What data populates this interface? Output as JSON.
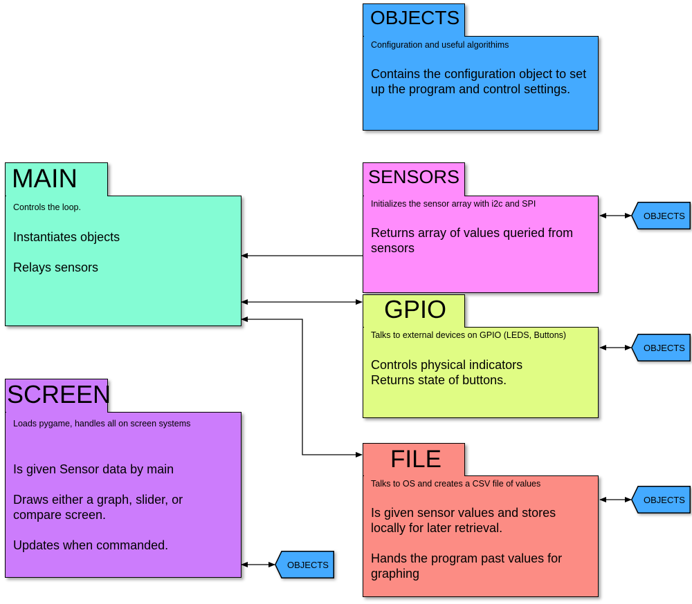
{
  "modules": {
    "objects": {
      "title": "OBJECTS",
      "subtitle": "Configuration and useful algorithims",
      "lines": [
        "Contains the configuration object to set up the program and control settings."
      ],
      "color": "#44aaff"
    },
    "main": {
      "title": "MAIN",
      "subtitle": "Controls the loop.",
      "lines": [
        "Instantiates objects",
        "Relays sensors"
      ],
      "color": "#84fcd4"
    },
    "sensors": {
      "title": "SENSORS",
      "subtitle": "Initializes the sensor array with i2c and SPI",
      "lines": [
        "Returns array of values queried from sensors"
      ],
      "color": "#ff8cfc"
    },
    "gpio": {
      "title": "GPIO",
      "subtitle": "Talks to external devices on GPIO (LEDS, Buttons)",
      "lines": [
        "Controls physical indicators",
        "Returns state of buttons."
      ],
      "color": "#e0fc84"
    },
    "screen": {
      "title": "SCREEN",
      "subtitle": "Loads pygame, handles all on screen systems",
      "lines": [
        "Is given Sensor data by main",
        "Draws either a graph, slider, or compare screen.",
        "Updates when commanded."
      ],
      "color": "#cc7cfc"
    },
    "file": {
      "title": "FILE",
      "subtitle": "Talks to OS and creates a CSV file of values",
      "lines": [
        "Is given sensor values and stores locally for later retrieval.",
        "Hands the program past values for graphing"
      ],
      "color": "#fc8c84"
    }
  },
  "tags": {
    "sensors_objects": "OBJECTS",
    "gpio_objects": "OBJECTS",
    "file_objects": "OBJECTS",
    "screen_objects": "OBJECTS",
    "color": "#44aaff"
  }
}
